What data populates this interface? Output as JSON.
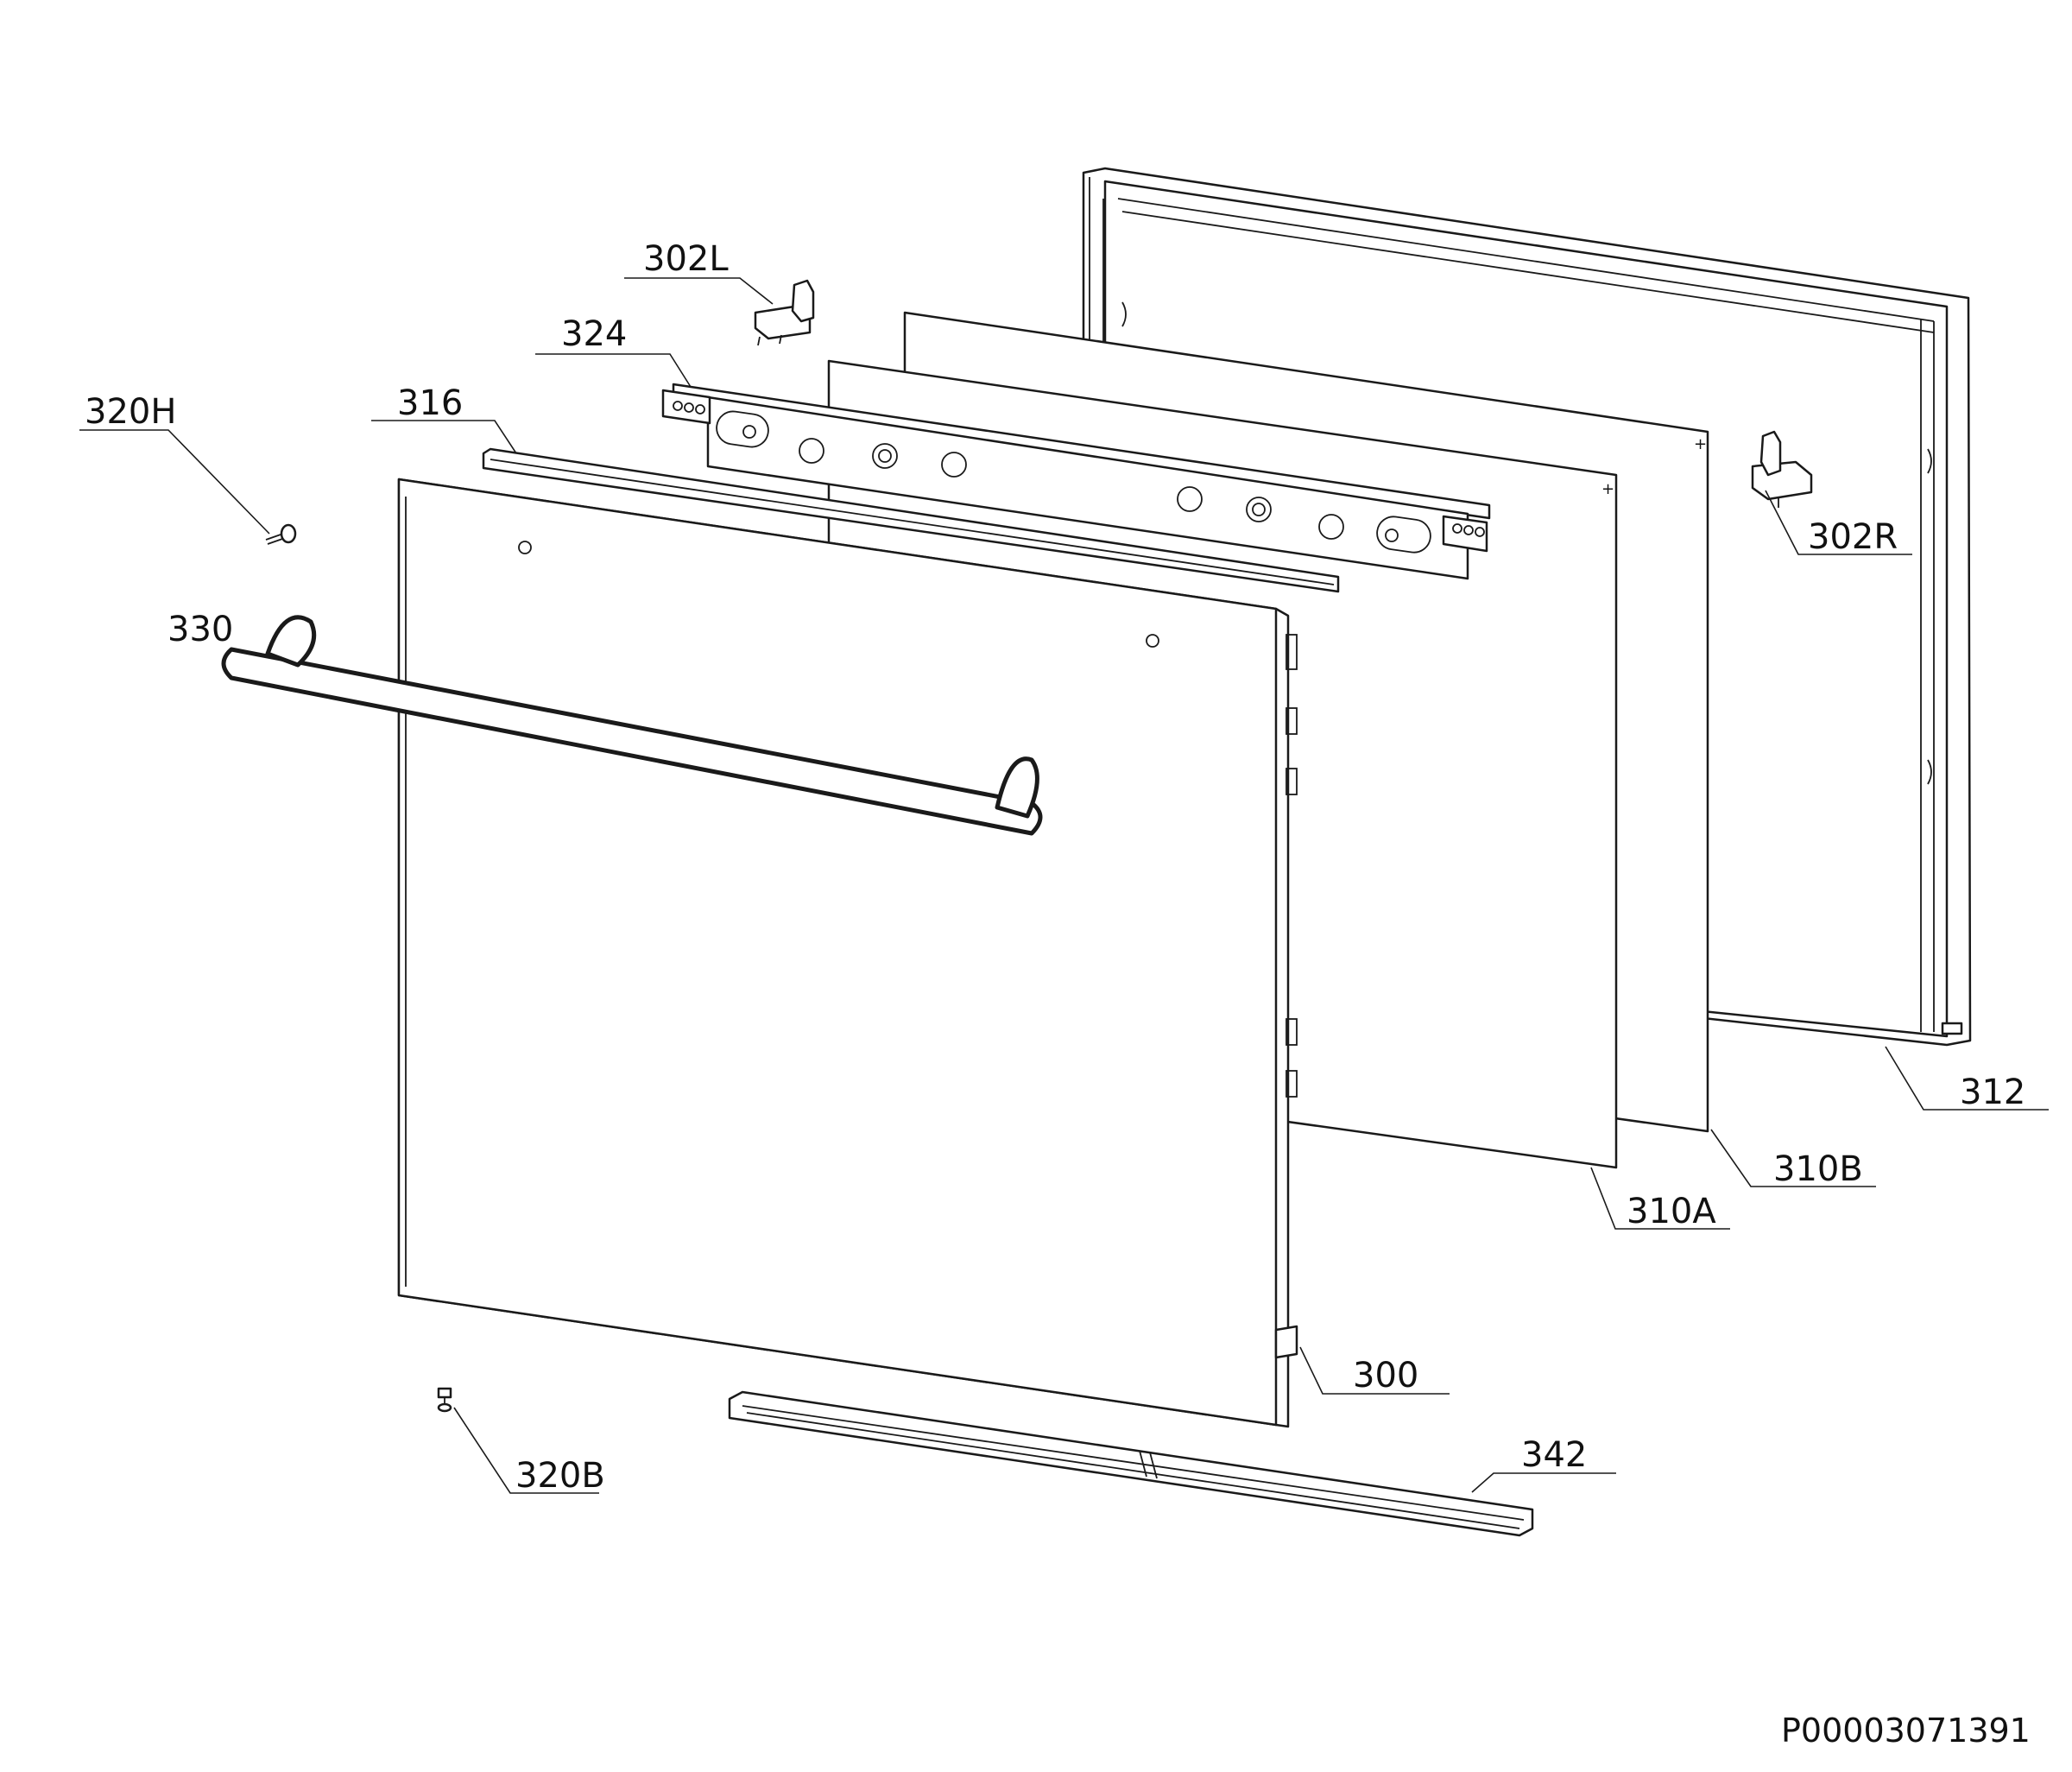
{
  "diagram": {
    "type": "exploded-parts-view",
    "callouts": {
      "p302L": "302L",
      "p324": "324",
      "p316": "316",
      "p320H": "320H",
      "p330": "330",
      "p302R": "302R",
      "p312": "312",
      "p310B": "310B",
      "p310A": "310A",
      "p300": "300",
      "p342": "342",
      "p320B": "320B"
    },
    "document_id": "P00003071391"
  },
  "colors": {
    "line": "#1a1a1a",
    "background": "#ffffff"
  }
}
